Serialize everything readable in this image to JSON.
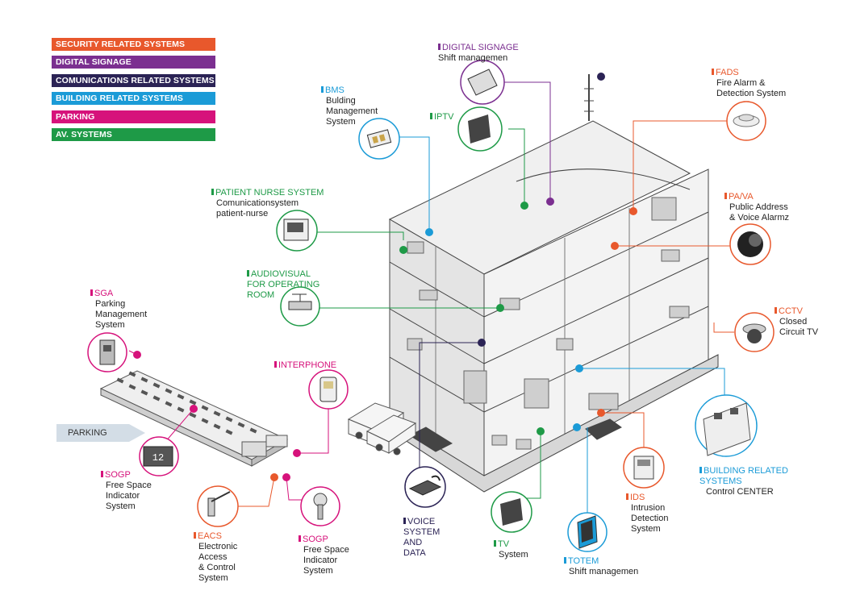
{
  "legend": [
    {
      "label": "SECURITY RELATED SYSTEMS",
      "color": "#e8582c"
    },
    {
      "label": "DIGITAL SIGNAGE",
      "color": "#7b2f90"
    },
    {
      "label": "COMUNICATIONS RELATED SYSTEMS",
      "color": "#2b2355"
    },
    {
      "label": "BUILDING RELATED SYSTEMS",
      "color": "#1b9bd7"
    },
    {
      "label": "PARKING",
      "color": "#d6127b"
    },
    {
      "label": "AV. SYSTEMS",
      "color": "#1e9a47"
    }
  ],
  "callouts": {
    "digital_signage": {
      "title": "DIGITAL SIGNAGE",
      "desc": "Shift managemen"
    },
    "bms": {
      "title": "BMS",
      "desc": "Bulding\nManagement\nSystem"
    },
    "iptv": {
      "title": "IPTV",
      "desc": ""
    },
    "fads": {
      "title": "FADS",
      "desc": "Fire Alarm &\nDetection System"
    },
    "patient_nurse": {
      "title": "PATIENT NURSE SYSTEM",
      "desc": "Comunicationsystem\npatient-nurse"
    },
    "pava": {
      "title": "PA/VA",
      "desc": "Public Address\n& Voice Alarmz"
    },
    "audiovisual": {
      "title": "AUDIOVISUAL\nFOR OPERATING\nROOM",
      "desc": ""
    },
    "sga": {
      "title": "SGA",
      "desc": "Parking\nManagement\nSystem"
    },
    "cctv": {
      "title": "CCTV",
      "desc": "Closed\nCircuit TV"
    },
    "interphone": {
      "title": "INTERPHONE",
      "desc": ""
    },
    "building_control": {
      "title": "BUILDING RELATED\nSYSTEMS",
      "desc": "Control CENTER"
    },
    "sogp_left": {
      "title": "SOGP",
      "desc": "Free Space\nIndicator\nSystem"
    },
    "ids": {
      "title": "IDS",
      "desc": "Intrusion\nDetection\nSystem"
    },
    "eacs": {
      "title": "EACS",
      "desc": "Electronic\nAccess\n& Control\nSystem"
    },
    "sogp_bottom": {
      "title": "SOGP",
      "desc": "Free Space\nIndicator\nSystem"
    },
    "voice": {
      "title": "VOICE\nSYSTEM\nAND\nDATA",
      "desc": ""
    },
    "tv": {
      "title": "TV",
      "desc": "System"
    },
    "totem": {
      "title": "TOTEM",
      "desc": "Shift managemen"
    }
  },
  "parking_label": "PARKING",
  "sign_digits": "12"
}
